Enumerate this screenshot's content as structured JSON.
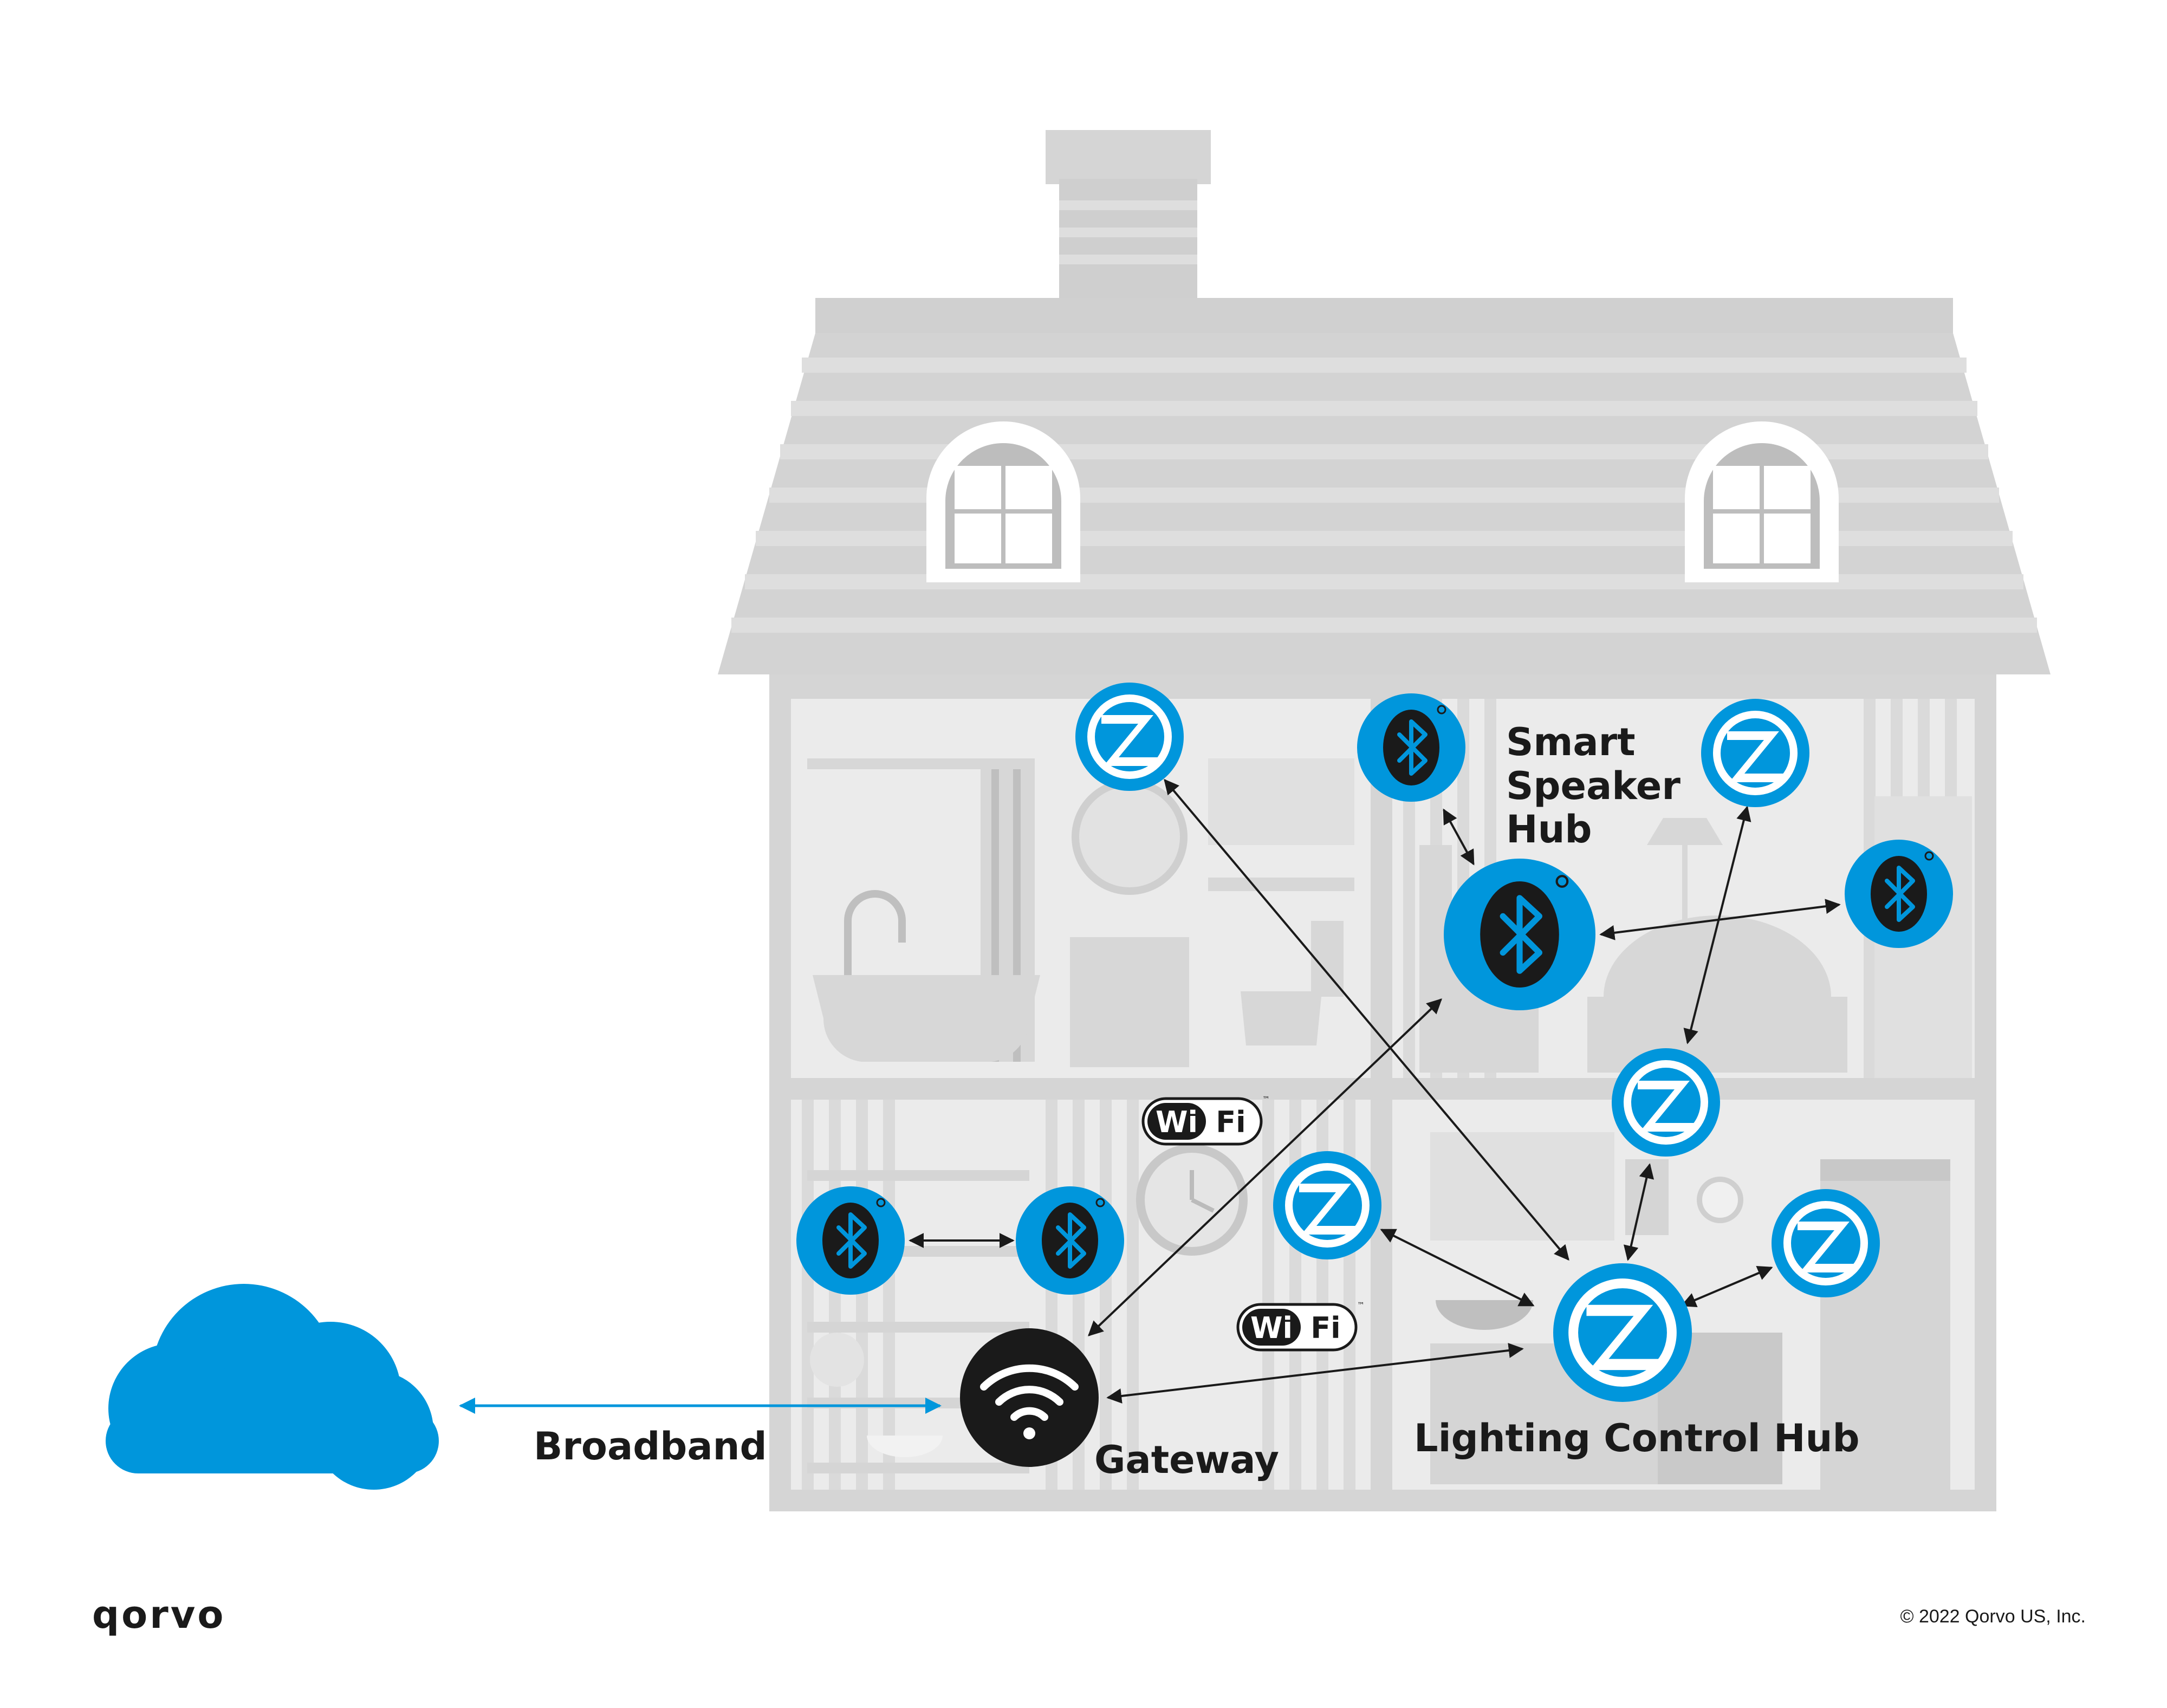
{
  "labels": {
    "smart_speaker_hub_line1": "Smart",
    "smart_speaker_hub_line2": "Speaker",
    "smart_speaker_hub_line3": "Hub",
    "broadband": "Broadband",
    "gateway": "Gateway",
    "lighting_control_hub": "Lighting Control Hub"
  },
  "badges": {
    "wifi_wi": "Wi",
    "wifi_fi": "Fi",
    "tm": "™"
  },
  "footer": {
    "brand": "qorvo",
    "copyright": "© 2022 Qorvo US, Inc."
  },
  "colors": {
    "zigbee_blue": "#0096DC",
    "bluetooth_blue": "#0096DC",
    "cloud_blue": "#0096DC",
    "house_gray": "#D8D8D8",
    "gateway_black": "#1A1A1A"
  },
  "icons": {
    "zigbee": "zigbee-z-icon",
    "bluetooth": "bluetooth-rune-icon",
    "wifi": "wifi-signal-icon",
    "cloud": "cloud-icon"
  }
}
